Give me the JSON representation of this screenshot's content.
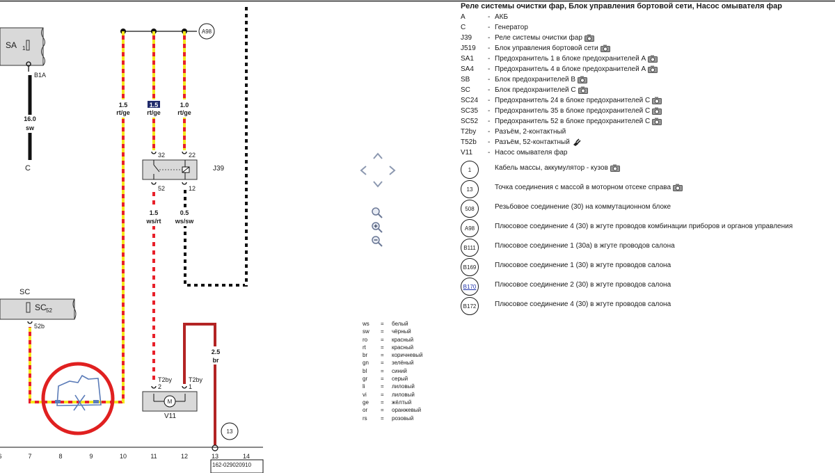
{
  "legend": {
    "title": "Реле системы очистки фар, Блок управления бортовой сети, Насос омывателя фар",
    "items": [
      {
        "code": "A",
        "desc": "АКБ",
        "camera": false,
        "plug": false
      },
      {
        "code": "C",
        "desc": "Генератор",
        "camera": false,
        "plug": false
      },
      {
        "code": "J39",
        "desc": "Реле системы очистки фар",
        "camera": true,
        "plug": false
      },
      {
        "code": "J519",
        "desc": "Блок управления бортовой сети",
        "camera": true,
        "plug": false
      },
      {
        "code": "SA1",
        "desc": "Предохранитель 1 в блоке предохранителей A",
        "camera": true,
        "plug": false
      },
      {
        "code": "SA4",
        "desc": "Предохранитель 4 в блоке предохранителей A",
        "camera": true,
        "plug": false
      },
      {
        "code": "SB",
        "desc": "Блок предохранителей B",
        "camera": true,
        "plug": false
      },
      {
        "code": "SC",
        "desc": "Блок предохранителей C",
        "camera": true,
        "plug": false
      },
      {
        "code": "SC24",
        "desc": "Предохранитель 24 в блоке предохранителей C",
        "camera": true,
        "plug": false
      },
      {
        "code": "SC35",
        "desc": "Предохранитель 35 в блоке предохранителей C",
        "camera": true,
        "plug": false
      },
      {
        "code": "SC52",
        "desc": "Предохранитель 52 в блоке предохранителей C",
        "camera": true,
        "plug": false
      },
      {
        "code": "T2by",
        "desc": "Разъём, 2-контактный",
        "camera": false,
        "plug": false
      },
      {
        "code": "T52b",
        "desc": "Разъём, 52-контактный",
        "camera": false,
        "plug": true
      },
      {
        "code": "V11",
        "desc": "Насос омывателя фар",
        "camera": false,
        "plug": false
      }
    ],
    "circle_items": [
      {
        "code": "1",
        "desc": "Кабель массы, аккумулятор - кузов",
        "camera": true,
        "link": false
      },
      {
        "code": "13",
        "desc": "Точка соединения с массой в моторном отсеке справа",
        "camera": true,
        "link": false
      },
      {
        "code": "508",
        "desc": "Резьбовое соединение (30) на коммутационном блоке",
        "camera": false,
        "link": false
      },
      {
        "code": "A98",
        "desc": "Плюсовое соединение 4 (30) в жгуте проводов комбинации приборов и органов управления",
        "camera": false,
        "link": false
      },
      {
        "code": "B111",
        "desc": "Плюсовое соединение 1 (30a) в жгуте проводов салона",
        "camera": false,
        "link": false
      },
      {
        "code": "B169",
        "desc": "Плюсовое соединение 1 (30) в жгуте проводов салона",
        "camera": false,
        "link": false
      },
      {
        "code": "B170",
        "desc": "Плюсовое соединение 2 (30) в жгуте проводов салона",
        "camera": false,
        "link": true
      },
      {
        "code": "B172",
        "desc": "Плюсовое соединение 4 (30) в жгуте проводов салона",
        "camera": false,
        "link": false
      }
    ]
  },
  "color_key": [
    {
      "code": "ws",
      "name": "белый"
    },
    {
      "code": "sw",
      "name": "чёрный"
    },
    {
      "code": "ro",
      "name": "красный"
    },
    {
      "code": "rt",
      "name": "красный"
    },
    {
      "code": "br",
      "name": "коричневый"
    },
    {
      "code": "gn",
      "name": "зелёный"
    },
    {
      "code": "bl",
      "name": "синий"
    },
    {
      "code": "gr",
      "name": "серый"
    },
    {
      "code": "li",
      "name": "лиловый"
    },
    {
      "code": "vi",
      "name": "лиловый"
    },
    {
      "code": "ge",
      "name": "жёлтый"
    },
    {
      "code": "or",
      "name": "оранжевый"
    },
    {
      "code": "rs",
      "name": "розовый"
    }
  ],
  "nav": {
    "pan_up_icon": "chevron-up-icon",
    "pan_left_icon": "chevron-left-icon",
    "pan_right_icon": "chevron-right-icon",
    "pan_down_icon": "chevron-down-icon",
    "zoom_reset_icon": "magnifier-icon",
    "zoom_in_icon": "magnifier-plus-icon",
    "zoom_out_icon": "magnifier-minus-icon"
  },
  "diagram": {
    "components": {
      "sa1_label": "SA",
      "sa1_sub": "1",
      "b1a": "B1A",
      "c_label": "C",
      "sc_label": "SC",
      "sc52_label": "SC",
      "sc52_sub": "52",
      "pin_52b": "52b",
      "j39_label": "J39",
      "v11_label": "V11",
      "a98_label": "A98",
      "ground_13": "13",
      "pin_32": "32",
      "pin_22": "22",
      "pin_52": "52",
      "pin_12": "12",
      "t2by_2": "T2by",
      "t2by_2_pin": "2",
      "t2by_1": "T2by",
      "t2by_1_pin": "1",
      "pump_symbol": "M",
      "doc_code": "162-029020910"
    },
    "wires": {
      "w16_size": "16.0",
      "w16_color": "sw",
      "w15a_size": "1.5",
      "w15a_color": "rt/ge",
      "w15b_size": "1.5",
      "w15b_color": "rt/ge",
      "w10_size": "1.0",
      "w10_color": "rt/ge",
      "w15c_size": "1.5",
      "w15c_color": "ws/rt",
      "w05_size": "0.5",
      "w05_color": "ws/sw",
      "w25_size": "2.5",
      "w25_color": "br"
    },
    "columns": [
      "6",
      "7",
      "8",
      "9",
      "10",
      "11",
      "12",
      "13",
      "14"
    ],
    "palette": {
      "red": "#e8202a",
      "yellow": "#f4e81c",
      "brown": "#b32424",
      "black": "#111111",
      "white": "#ffffff",
      "grey_box": "#d9d9d9",
      "annotation_red": "#e02020",
      "annotation_blue": "#5a7bb8"
    }
  }
}
